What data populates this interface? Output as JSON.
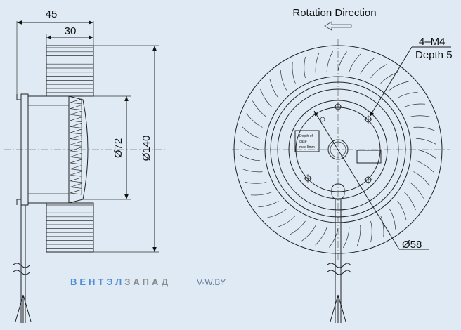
{
  "dimensions": {
    "overall_depth": "45",
    "impeller_depth": "30",
    "hub_diameter": "Ø72",
    "outer_diameter": "Ø140",
    "bolt_circle": "Ø58"
  },
  "callouts": {
    "rotation_direction": "Rotation  Direction",
    "thread": "4–M4",
    "thread_depth": "Depth 5"
  },
  "label_plate": [
    "Depth of",
    "case",
    "max 5mm"
  ],
  "watermark": {
    "brand_part1": "ВЕНТЭЛ",
    "brand_part2": "ЗАПАД",
    "site": "V-W.BY"
  },
  "colors": {
    "background": "#dfeaf5",
    "brand_blue": "#4f8fd1",
    "brand_gray": "#8a8a8a"
  }
}
